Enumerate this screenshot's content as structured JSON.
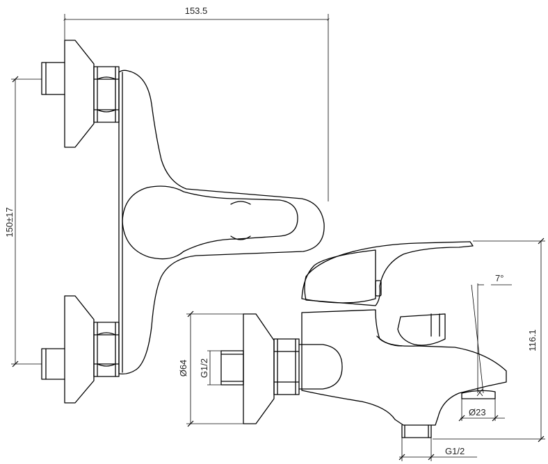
{
  "dimensions": {
    "width": "153.5",
    "center_distance": "150±17",
    "flange_diameter": "Ø64",
    "inlet_thread": "G1/2",
    "spray_angle": "7°",
    "height": "116.1",
    "aerator_diameter": "Ø23",
    "outlet_thread": "G1/2"
  }
}
